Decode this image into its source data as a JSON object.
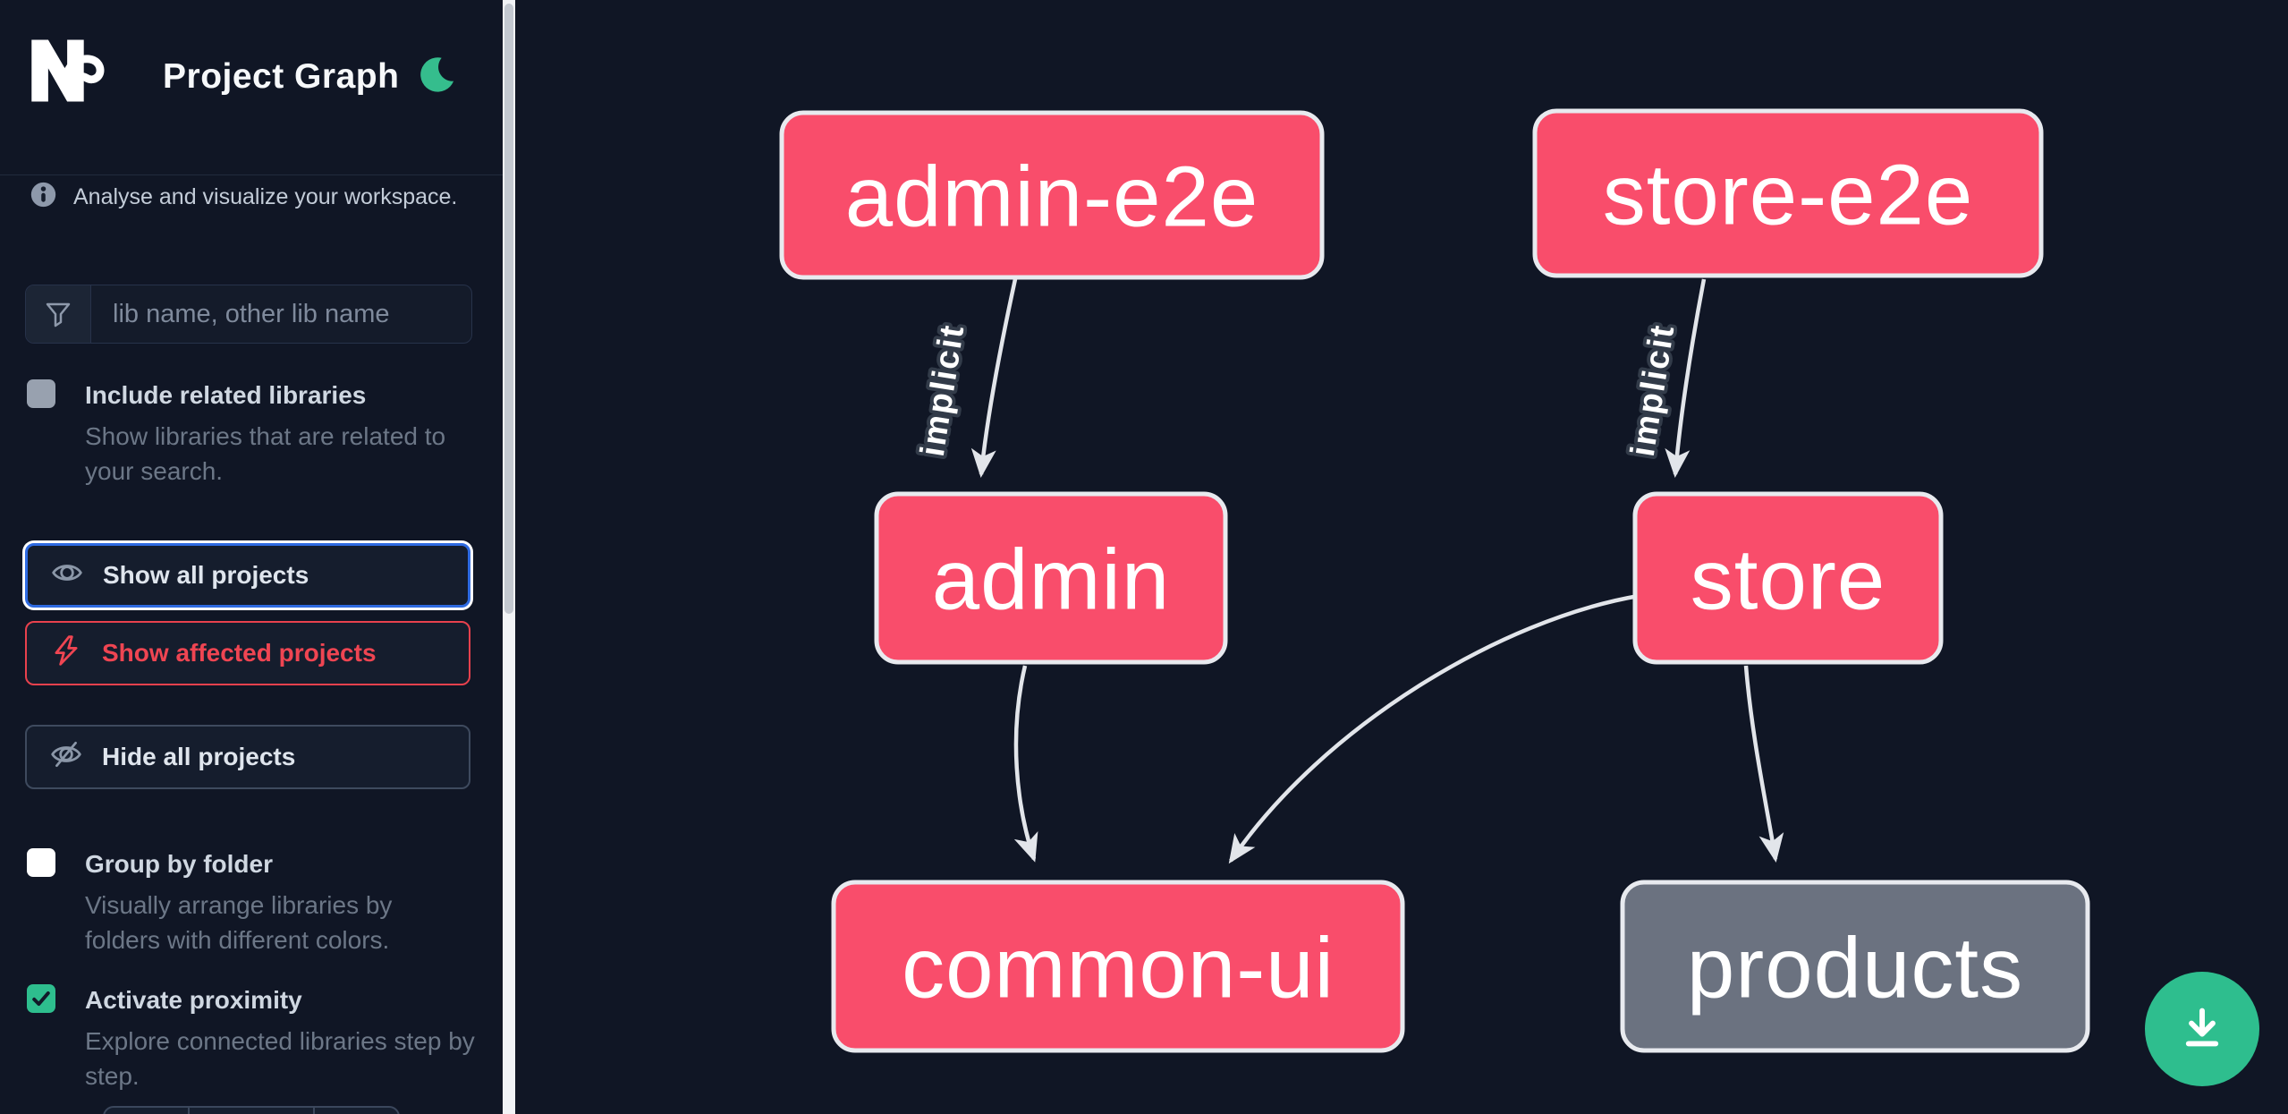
{
  "header": {
    "logo": "Nx",
    "title": "Project Graph",
    "theme_toggle_icon": "moon-icon"
  },
  "intro": {
    "icon": "info-icon",
    "text": "Analyse and visualize your workspace."
  },
  "search": {
    "icon": "filter-icon",
    "placeholder": "lib name, other lib name",
    "value": ""
  },
  "toggles": [
    {
      "label": "Include related libraries",
      "description": "Show libraries that are related to your search.",
      "checked": false
    },
    {
      "label": "Group by folder",
      "description": "Visually arrange libraries by folders with different colors.",
      "checked": false
    },
    {
      "label": "Activate proximity",
      "description": "Explore connected libraries step by step.",
      "checked": true
    }
  ],
  "actions": [
    {
      "label": "Show all projects",
      "icon": "eye-icon",
      "state": "selected"
    },
    {
      "label": "Show affected projects",
      "icon": "bolt-icon",
      "state": "affected"
    },
    {
      "label": "Hide all projects",
      "icon": "eye-off-icon",
      "state": "default"
    }
  ],
  "graph": {
    "nodes": [
      {
        "id": "admin-e2e",
        "label": "admin-e2e",
        "color": "pink"
      },
      {
        "id": "store-e2e",
        "label": "store-e2e",
        "color": "pink"
      },
      {
        "id": "admin",
        "label": "admin",
        "color": "pink"
      },
      {
        "id": "store",
        "label": "store",
        "color": "pink"
      },
      {
        "id": "common-ui",
        "label": "common-ui",
        "color": "pink"
      },
      {
        "id": "products",
        "label": "products",
        "color": "gray"
      }
    ],
    "edges": [
      {
        "from": "admin-e2e",
        "to": "admin",
        "label": "implicit"
      },
      {
        "from": "store-e2e",
        "to": "store",
        "label": "implicit"
      },
      {
        "from": "admin",
        "to": "common-ui",
        "label": ""
      },
      {
        "from": "store",
        "to": "common-ui",
        "label": ""
      },
      {
        "from": "store",
        "to": "products",
        "label": ""
      }
    ]
  },
  "fab": {
    "icon": "download-icon"
  },
  "colors": {
    "background": "#101625",
    "node_focused": "#f94d6b",
    "node_unfocused": "#6b7280",
    "node_border": "#e8eaef",
    "edge": "#e2e5ea",
    "accent_green": "#2ebe8e",
    "selected_blue": "#2e6ae1",
    "affected_red": "#ef4552"
  }
}
